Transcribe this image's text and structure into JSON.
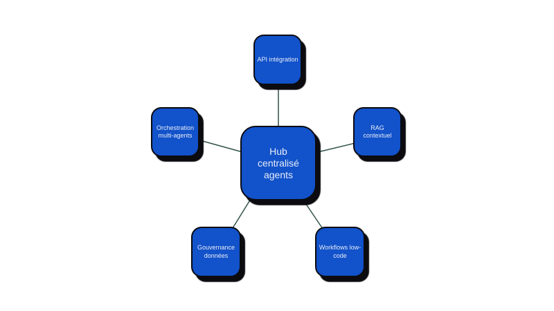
{
  "diagram": {
    "title": "Hub centralisé agents",
    "colors": {
      "node_fill": "#1252ca",
      "node_border": "#0b0b10",
      "node_shadow": "#0b0b10",
      "connector": "#2f5148",
      "node_text": "#e7edf8",
      "background": "#ffffff"
    },
    "hub": {
      "id": "hub-centralise-agents",
      "label": "Hub centralisé agents",
      "lines": [
        "Hub",
        "centralisé",
        "agents"
      ]
    },
    "nodes": [
      {
        "id": "api-integration",
        "label": "API intégration",
        "lines": [
          "API intégration"
        ]
      },
      {
        "id": "orchestration-multi-agents",
        "label": "Orchestration multi-agents",
        "lines": [
          "Orchestration",
          "multi-agents"
        ]
      },
      {
        "id": "rag-contextuel",
        "label": "RAG contextuel",
        "lines": [
          "RAG contextuel"
        ]
      },
      {
        "id": "gouvernance-donnees",
        "label": "Gouvernance données",
        "lines": [
          "Gouvernance",
          "données"
        ]
      },
      {
        "id": "workflows-low-code",
        "label": "Workflows low-code",
        "lines": [
          "Workflows low-",
          "code"
        ]
      }
    ]
  }
}
